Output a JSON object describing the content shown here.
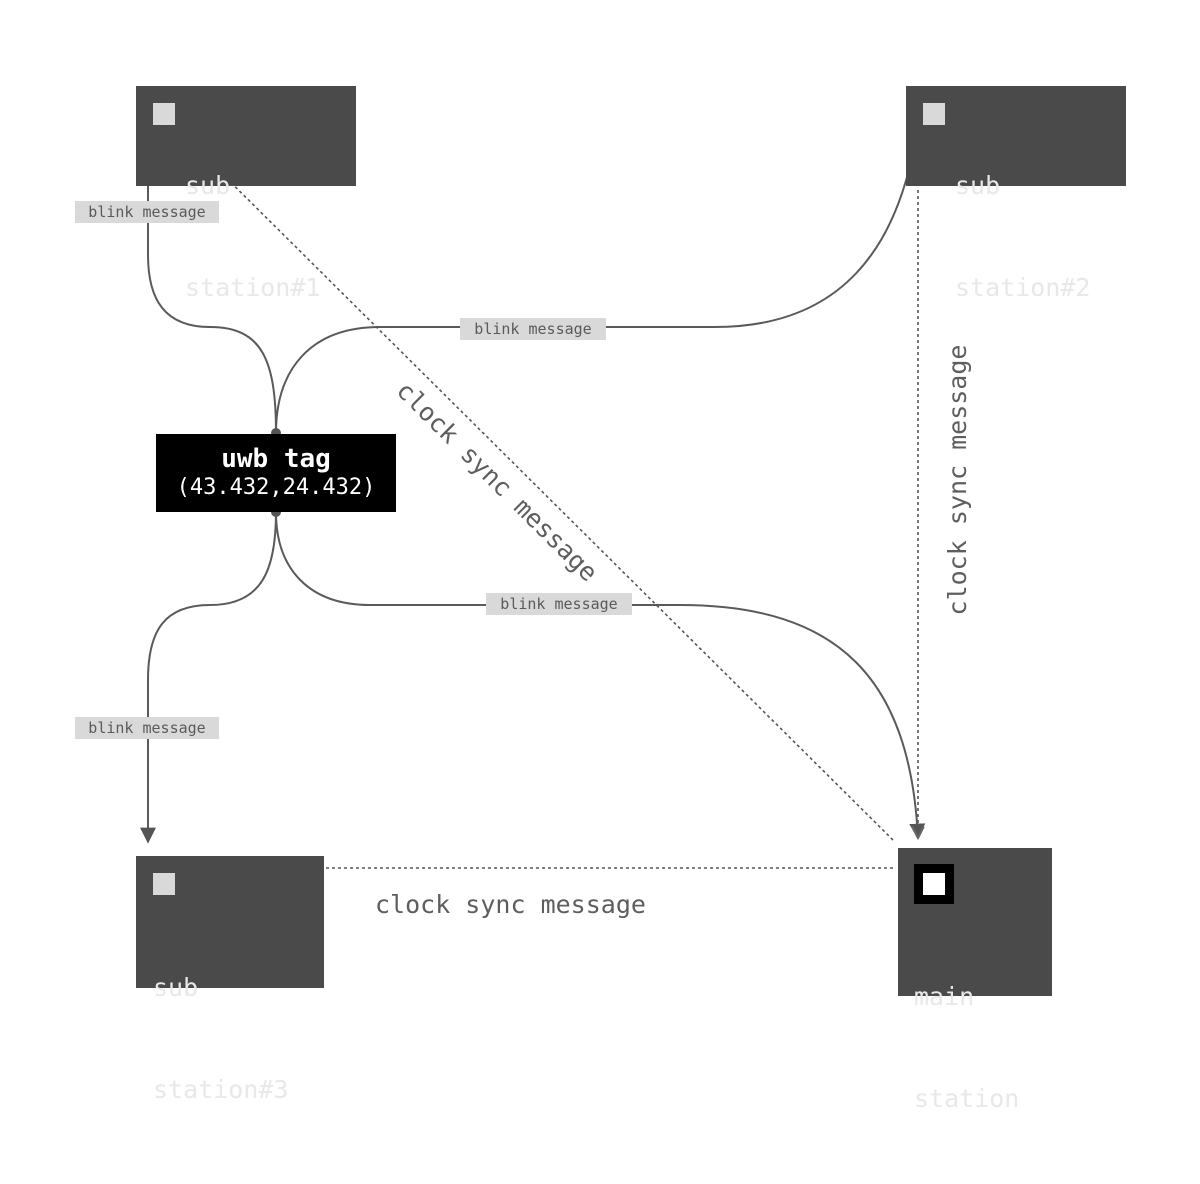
{
  "stations": {
    "sub1": {
      "line1": "sub",
      "line2": "station#1"
    },
    "sub2": {
      "line1": "sub",
      "line2": "station#2"
    },
    "sub3": {
      "line1": "sub",
      "line2": "station#3"
    },
    "main": {
      "line1": "main",
      "line2": "station"
    }
  },
  "tag": {
    "title": "uwb tag",
    "coords": "(43.432,24.432)"
  },
  "edges": {
    "blink_label": "blink message",
    "sync_label": "clock sync message"
  },
  "colors": {
    "node_fill": "#4a4a4a",
    "line": "#5a5a5a",
    "label_bg": "#d9d9d9",
    "tag_fill": "#000000"
  }
}
